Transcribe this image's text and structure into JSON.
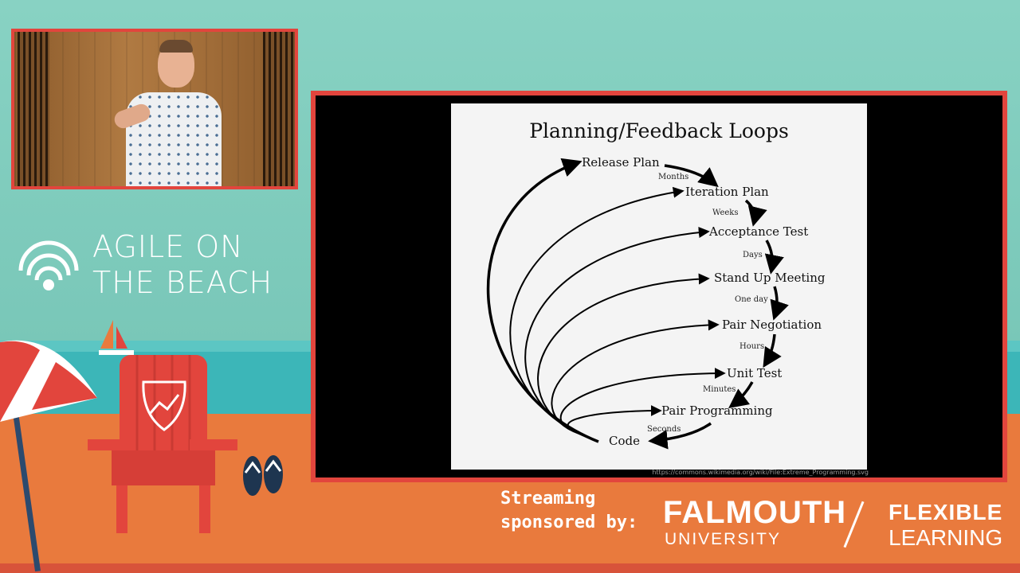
{
  "brand": {
    "line1": "AGILE ON",
    "line2": "THE BEACH"
  },
  "slide": {
    "title": "Planning/Feedback Loops",
    "stages": [
      "Release Plan",
      "Iteration Plan",
      "Acceptance Test",
      "Stand Up Meeting",
      "Pair Negotiation",
      "Unit Test",
      "Pair Programming",
      "Code"
    ],
    "durations": [
      "Months",
      "Weeks",
      "Days",
      "One day",
      "Hours",
      "Minutes",
      "Seconds"
    ],
    "source": "https://commons.wikimedia.org/wiki/File:Extreme_Programming.svg"
  },
  "sponsor": {
    "label_line1": "Streaming",
    "label_line2": "sponsored by:",
    "name": "FALMOUTH",
    "sub": "UNIVERSITY",
    "right_line1": "FLEXIBLE",
    "right_line2": "LEARNING"
  },
  "colors": {
    "frame": "#e2453d",
    "sky": "#88d2c3",
    "sea": "#3cb6b8",
    "sand": "#e97a3d"
  },
  "icons": {
    "logo": "shell-icon",
    "umbrella": "beach-umbrella-icon",
    "chair": "deck-chair-icon",
    "boat": "sailboat-icon",
    "flipflops": "flip-flops-icon"
  }
}
